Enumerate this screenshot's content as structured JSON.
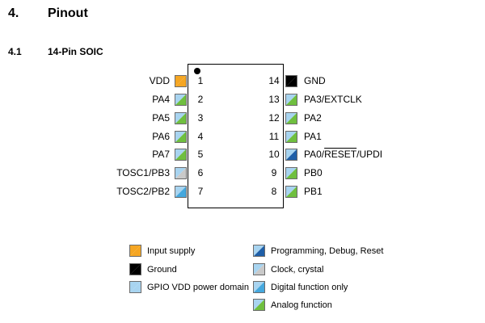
{
  "section": {
    "number": "4.",
    "title": "Pinout"
  },
  "subsection": {
    "number": "4.1",
    "title": "14-Pin SOIC"
  },
  "colors": {
    "input_supply": "#f5a623",
    "ground": "#000000",
    "gpio_light": "#a8d4f0",
    "programming_dark": "#1f5fa8",
    "clock_gray": "#c9c9c9",
    "digital_blue": "#45a8de",
    "analog_green": "#6fbf3f"
  },
  "pins_left": [
    {
      "label": "VDD",
      "num": "1",
      "type": "supply"
    },
    {
      "label": "PA4",
      "num": "2",
      "type": "analog"
    },
    {
      "label": "PA5",
      "num": "3",
      "type": "analog"
    },
    {
      "label": "PA6",
      "num": "4",
      "type": "analog"
    },
    {
      "label": "PA7",
      "num": "5",
      "type": "analog"
    },
    {
      "label": "TOSC1/PB3",
      "num": "6",
      "type": "clock"
    },
    {
      "label": "TOSC2/PB2",
      "num": "7",
      "type": "digital"
    }
  ],
  "pins_right": [
    {
      "num": "14",
      "label": "GND",
      "type": "ground"
    },
    {
      "num": "13",
      "label": "PA3/EXTCLK",
      "type": "analog"
    },
    {
      "num": "12",
      "label": "PA2",
      "type": "analog"
    },
    {
      "num": "11",
      "label": "PA1",
      "type": "analog"
    },
    {
      "num": "10",
      "label_pre": "PA0/",
      "label_over": "RESET",
      "label_post": "/UPDI",
      "type": "programming"
    },
    {
      "num": "9",
      "label": "PB0",
      "type": "analog"
    },
    {
      "num": "8",
      "label": "PB1",
      "type": "analog"
    }
  ],
  "legend": {
    "left": [
      {
        "label": "Input supply",
        "type": "supply"
      },
      {
        "label": "Ground",
        "type": "ground"
      },
      {
        "label": "GPIO VDD power domain",
        "type": "gpio"
      }
    ],
    "right": [
      {
        "label": "Programming, Debug, Reset",
        "type": "programming"
      },
      {
        "label": "Clock, crystal",
        "type": "clock"
      },
      {
        "label": "Digital function only",
        "type": "digital"
      },
      {
        "label": "Analog function",
        "type": "analog"
      }
    ]
  }
}
